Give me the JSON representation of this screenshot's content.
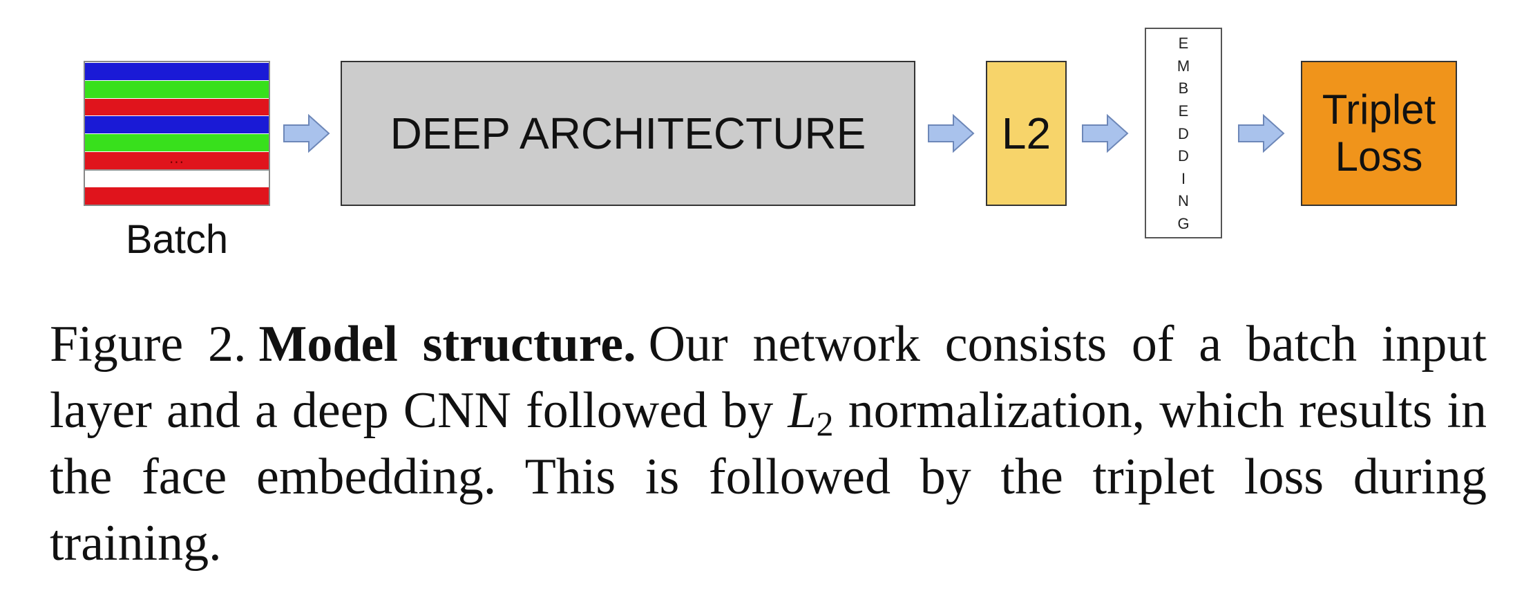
{
  "diagram": {
    "batch": {
      "label": "Batch",
      "stripe_colors": [
        "#1a1ad6",
        "#38e01c",
        "#e0141c",
        "#1a1ad6",
        "#38e01c",
        "#e0141c",
        "#ffffff",
        "#e0141c"
      ],
      "dots": "..."
    },
    "nodes": {
      "deep_architecture": "DEEP ARCHITECTURE",
      "l2": "L2",
      "embedding_letters": [
        "E",
        "M",
        "B",
        "E",
        "D",
        "D",
        "I",
        "N",
        "G"
      ],
      "triplet_loss_line1": "Triplet",
      "triplet_loss_line2": "Loss"
    },
    "colors": {
      "deep_fill": "#cccccc",
      "l2_fill": "#f7d46a",
      "triplet_fill": "#f0941b",
      "arrow_fill": "#a9c2ec",
      "arrow_stroke": "#6d87b8"
    }
  },
  "caption": {
    "figure_label": "Figure 2.",
    "title": "Model structure.",
    "text_part1": "Our network consists of a batch input layer and a deep CNN followed by",
    "math_base": "L",
    "math_sub": "2",
    "text_part2": "normalization, which results in the face embedding. This is followed by the triplet loss during training."
  }
}
